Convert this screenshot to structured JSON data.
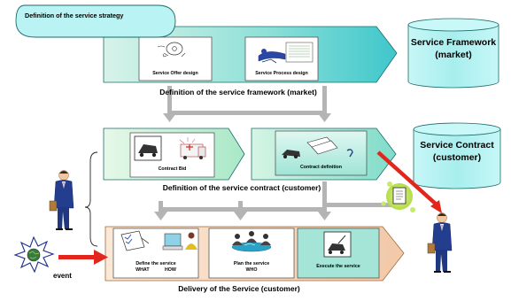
{
  "strategy": {
    "label": "Definition of the service strategy"
  },
  "framework": {
    "title": "Definition of the service framework (market)",
    "cards": [
      {
        "label": "Service Offer design"
      },
      {
        "label": "Service Process design"
      }
    ]
  },
  "contract": {
    "title": "Definition of the service contract (customer)",
    "cards": [
      {
        "label": "Contract Bid"
      },
      {
        "label": "Contract  definition"
      }
    ]
  },
  "delivery": {
    "title": "Delivery of the Service (customer)",
    "cards": [
      {
        "line1": "Define the service",
        "line2": "WHAT     HOW"
      },
      {
        "line1": "Plan the service",
        "line2": "WHO"
      },
      {
        "line1": "Execute the service",
        "line2": ""
      }
    ]
  },
  "cylinders": {
    "framework": {
      "line1": "Service Framework",
      "line2": "(market)"
    },
    "contract": {
      "line1": "Service Contract",
      "line2": "(customer)"
    }
  },
  "event": {
    "label": "event"
  },
  "colors": {
    "band_fill": "#5fd3d3",
    "band_light": "#cfeee0",
    "band_green": "#c9f0d8",
    "cylinder": "#b9f3f3",
    "delivery_fill": "#f8dcc4",
    "arrow_red": "#e3261b",
    "connector_gray": "#b4b4b4",
    "highlight": "#c6ea6a"
  },
  "icons": [
    "ideas-sketch-icon",
    "process-document-icon",
    "delivery-truck-icon",
    "ambulance-icon",
    "contract-papers-icon",
    "checklist-icon",
    "computer-user-icon",
    "meeting-icon",
    "tow-truck-icon",
    "document-icon",
    "business-person-icon",
    "event-burst-icon"
  ]
}
